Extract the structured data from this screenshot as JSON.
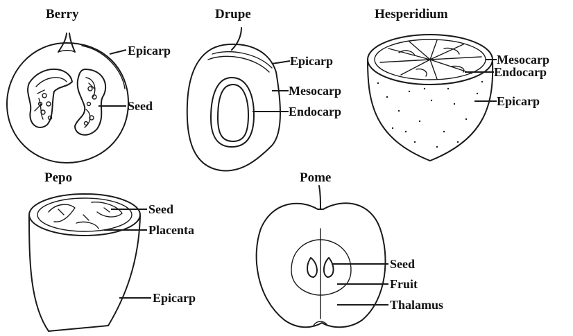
{
  "diagram": {
    "panels": [
      {
        "id": "berry",
        "title": "Berry",
        "labels": [
          "Epicarp",
          "Seed"
        ]
      },
      {
        "id": "drupe",
        "title": "Drupe",
        "labels": [
          "Epicarp",
          "Mesocarp",
          "Endocarp"
        ]
      },
      {
        "id": "hesperidium",
        "title": "Hesperidium",
        "labels": [
          "Mesocarp",
          "Endocarp",
          "Epicarp"
        ]
      },
      {
        "id": "pepo",
        "title": "Pepo",
        "labels": [
          "Seed",
          "Placenta",
          "Epicarp"
        ]
      },
      {
        "id": "pome",
        "title": "Pome",
        "labels": [
          "Seed",
          "Fruit",
          "Thalamus"
        ]
      }
    ]
  }
}
